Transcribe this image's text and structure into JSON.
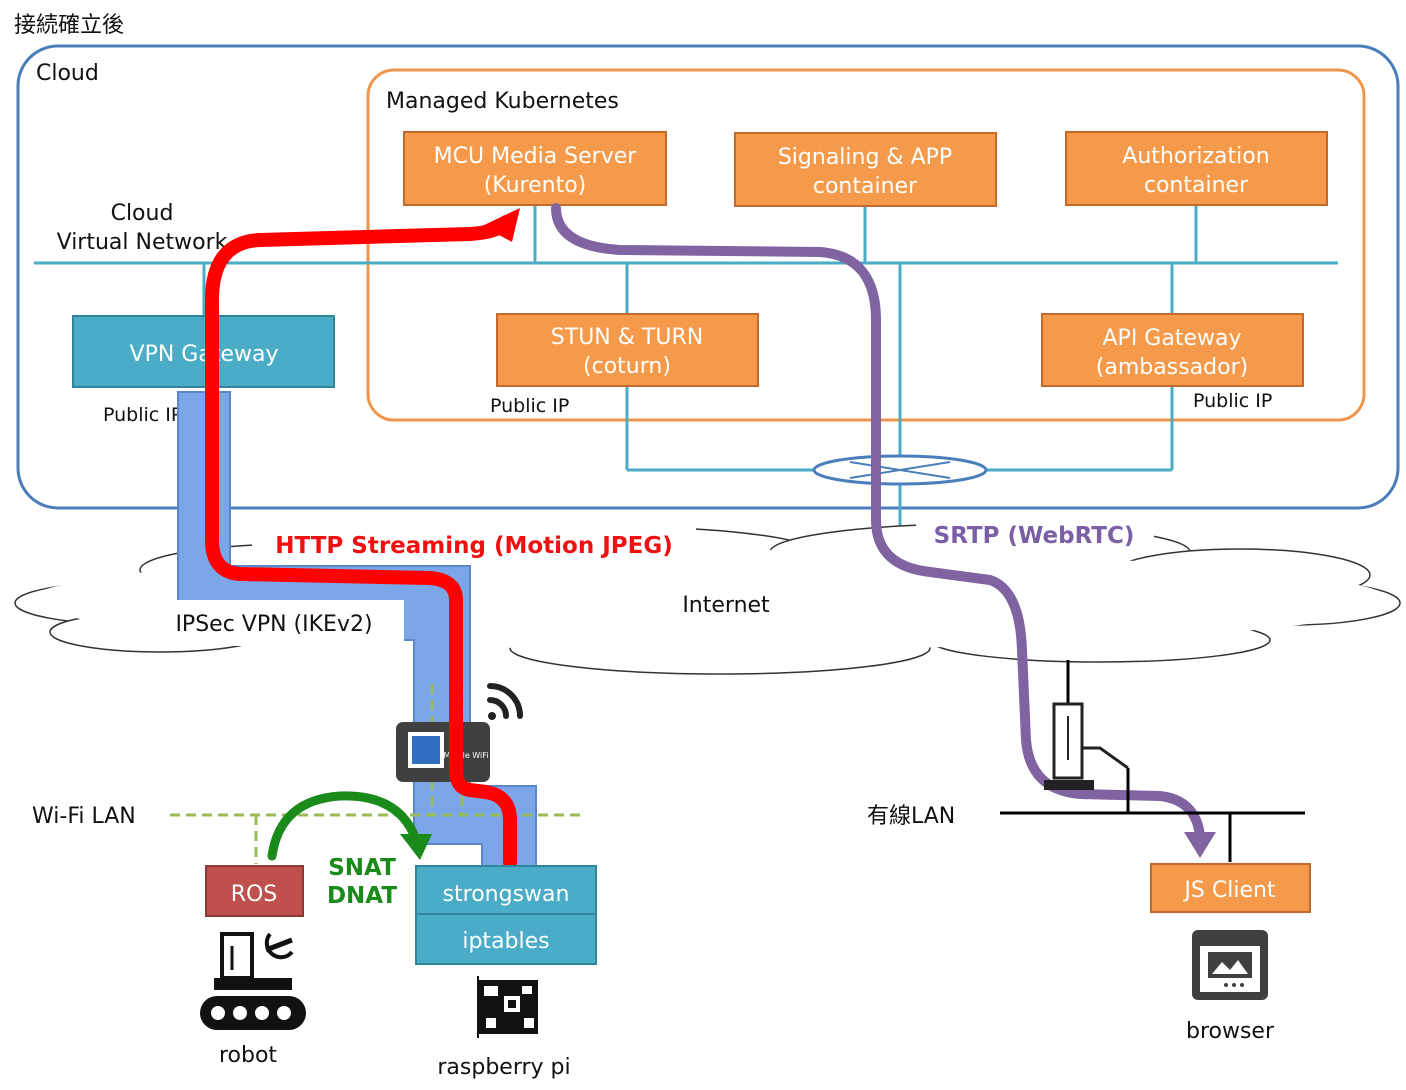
{
  "title": "接続確立後",
  "cloud": {
    "label": "Cloud",
    "virtual_network_line1": "Cloud",
    "virtual_network_line2": "Virtual Network"
  },
  "kubernetes": {
    "label": "Managed Kubernetes"
  },
  "boxes": {
    "mcu_line1": "MCU Media Server",
    "mcu_line2": "(Kurento)",
    "signaling_line1": "Signaling & APP",
    "signaling_line2": "container",
    "auth_line1": "Authorization",
    "auth_line2": "container",
    "stun_line1": "STUN & TURN",
    "stun_line2": "(coturn)",
    "api_line1": "API Gateway",
    "api_line2": "(ambassador)",
    "vpn_gateway": "VPN Gateway",
    "ros": "ROS",
    "strongswan": "strongswan",
    "iptables": "iptables",
    "js_client": "JS Client"
  },
  "public_ip_labels": [
    "Public IP",
    "Public IP",
    "Public IP"
  ],
  "internet": "Internet",
  "flows": {
    "http_streaming": "HTTP Streaming (Motion JPEG)",
    "srtp": "SRTP (WebRTC)",
    "ipsec": "IPSec VPN (IKEv2)",
    "snat": "SNAT",
    "dnat": "DNAT"
  },
  "lans": {
    "wifi": "Wi-Fi LAN",
    "wired": "有線LAN"
  },
  "devices": {
    "robot": "robot",
    "raspberry_pi": "raspberry pi",
    "browser": "browser",
    "wifi_router_text": "Mobile WiFi"
  },
  "colors": {
    "cloud_border": "#4a7ebb",
    "k8s_border": "#f0954a",
    "orange_box": "#f59a4a",
    "teal_box": "#4aacc6",
    "red_box": "#c0504d",
    "network_line": "#4aacc6",
    "http_flow": "#ff0000",
    "srtp_flow": "#8064a2",
    "vpn_tunnel": "#7ba7e8",
    "nat_arrow": "#1a8a1a",
    "wifi_dash": "#9bbb59",
    "srtp_label": "#7a5ea6",
    "http_label": "#ee1111"
  }
}
